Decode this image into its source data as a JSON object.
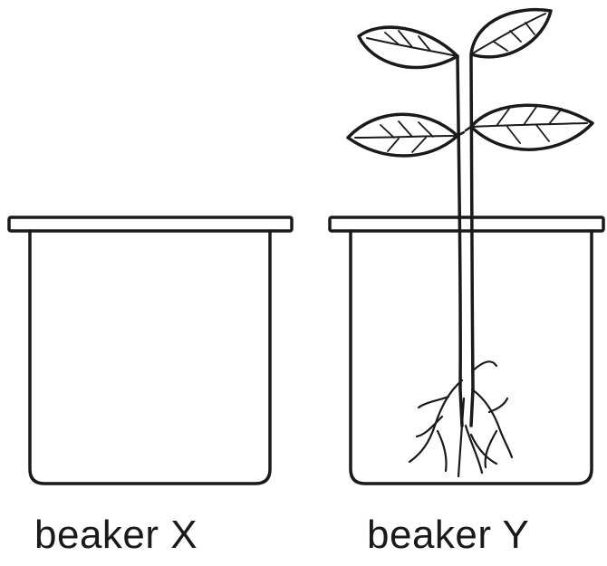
{
  "labels": {
    "beaker_x": "beaker X",
    "beaker_y": "beaker Y"
  },
  "beakers": [
    {
      "id": "X",
      "contents": "empty"
    },
    {
      "id": "Y",
      "contents": "plant with roots in water"
    }
  ],
  "colors": {
    "ink": "#1a1a1a",
    "background": "#ffffff"
  }
}
